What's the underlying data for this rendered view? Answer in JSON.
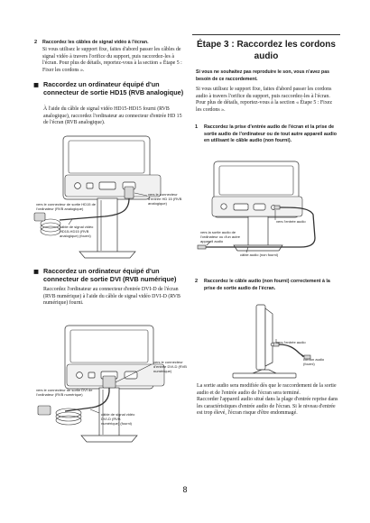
{
  "page": {
    "page_number": "8"
  },
  "left": {
    "step2": {
      "number": "2",
      "title": "Raccordez les câbles de signal vidéo à l'écran.",
      "body": "Si vous utilisez le support fixe, faites d'abord passer les câbles de signal vidéo à travers l'orifice du support, puis raccordez-les à l'écran. Pour plus de détails, reportez-vous à la section « Étape 5 : Fixer les cordons »."
    },
    "hd15": {
      "bullet": "■",
      "heading": "Raccordez un ordinateur équipé d'un connecteur de sortie HD15 (RVB analogique)",
      "body": "À l'aide du câble de signal vidéo HD15-HD15 fourni (RVB analogique), raccordez l'ordinateur au connecteur d'entrée HD 15 de l'écran (RVB analogique).",
      "diagram": {
        "to_input": "vers le connecteur d'entrée HD 15 (RVB analogique)",
        "to_output": "vers le connecteur de sortie HD15 de l'ordinateur (RVB analogique)",
        "cable": "câble de signal vidéo HD15-HD15 (RVB analogique) (fourni)"
      }
    },
    "dvi": {
      "bullet": "■",
      "heading": "Raccordez un ordinateur équipé d'un connecteur de sortie DVI (RVB numérique)",
      "body": "Raccordez l'ordinateur au connecteur d'entrée DVI-D de l'écran (RVB numérique) à l'aide du câble de signal vidéo DVI-D (RVB numérique) fourni.",
      "diagram": {
        "to_input": "vers le connecteur d'entrée DVI-D (RVB numérique)",
        "to_output": "vers le connecteur de sortie DVI de l'ordinateur (RVB numérique)",
        "cable": "câble de signal vidéo DVI-D (RVB numérique) (fourni)"
      }
    }
  },
  "right": {
    "title": "Étape 3 : Raccordez les cordons audio",
    "note": "Si vous ne souhaitez pas reproduire le son, vous n'avez pas besoin de ce raccordement.",
    "intro": "Si vous utilisez le support fixe, faites d'abord passer les cordons audio à travers l'orifice du support, puis raccordez-les à l'écran. Pour plus de détails, reportez-vous à la section « Étape 5 : Fixez les cordons ».",
    "step1": {
      "number": "1",
      "text": "Raccordez la prise d'entrée audio de l'écran et la prise de sortie audio de l'ordinateur ou de tout autre appareil audio en utilisant le câble audio (non fourni).",
      "diagram": {
        "to_input": "vers l'entrée audio",
        "to_output": "vers la sortie audio de l'ordinateur ou d'un autre appareil audio",
        "cable": "câble audio (non fourni)"
      }
    },
    "step2": {
      "number": "2",
      "text": "Raccordez le câble audio (non fourni) correctement à la prise de sortie audio de l'écran.",
      "diagram": {
        "to_input": "vers l'entrée audio",
        "cable": "cordon audio (fourni)"
      }
    },
    "final": [
      "La sortie audio sera modifiée dès que le raccordement de la sortie audio et de l'entrée audio de l'écran sera terminé.",
      "Raccorder l'appareil audio situé dans la plage d'entrée reprise dans les caractéristiques d'entrée audio de l'écran. Si le niveau d'entrée est trop élevé, l'écran risque d'être endommagé."
    ]
  }
}
